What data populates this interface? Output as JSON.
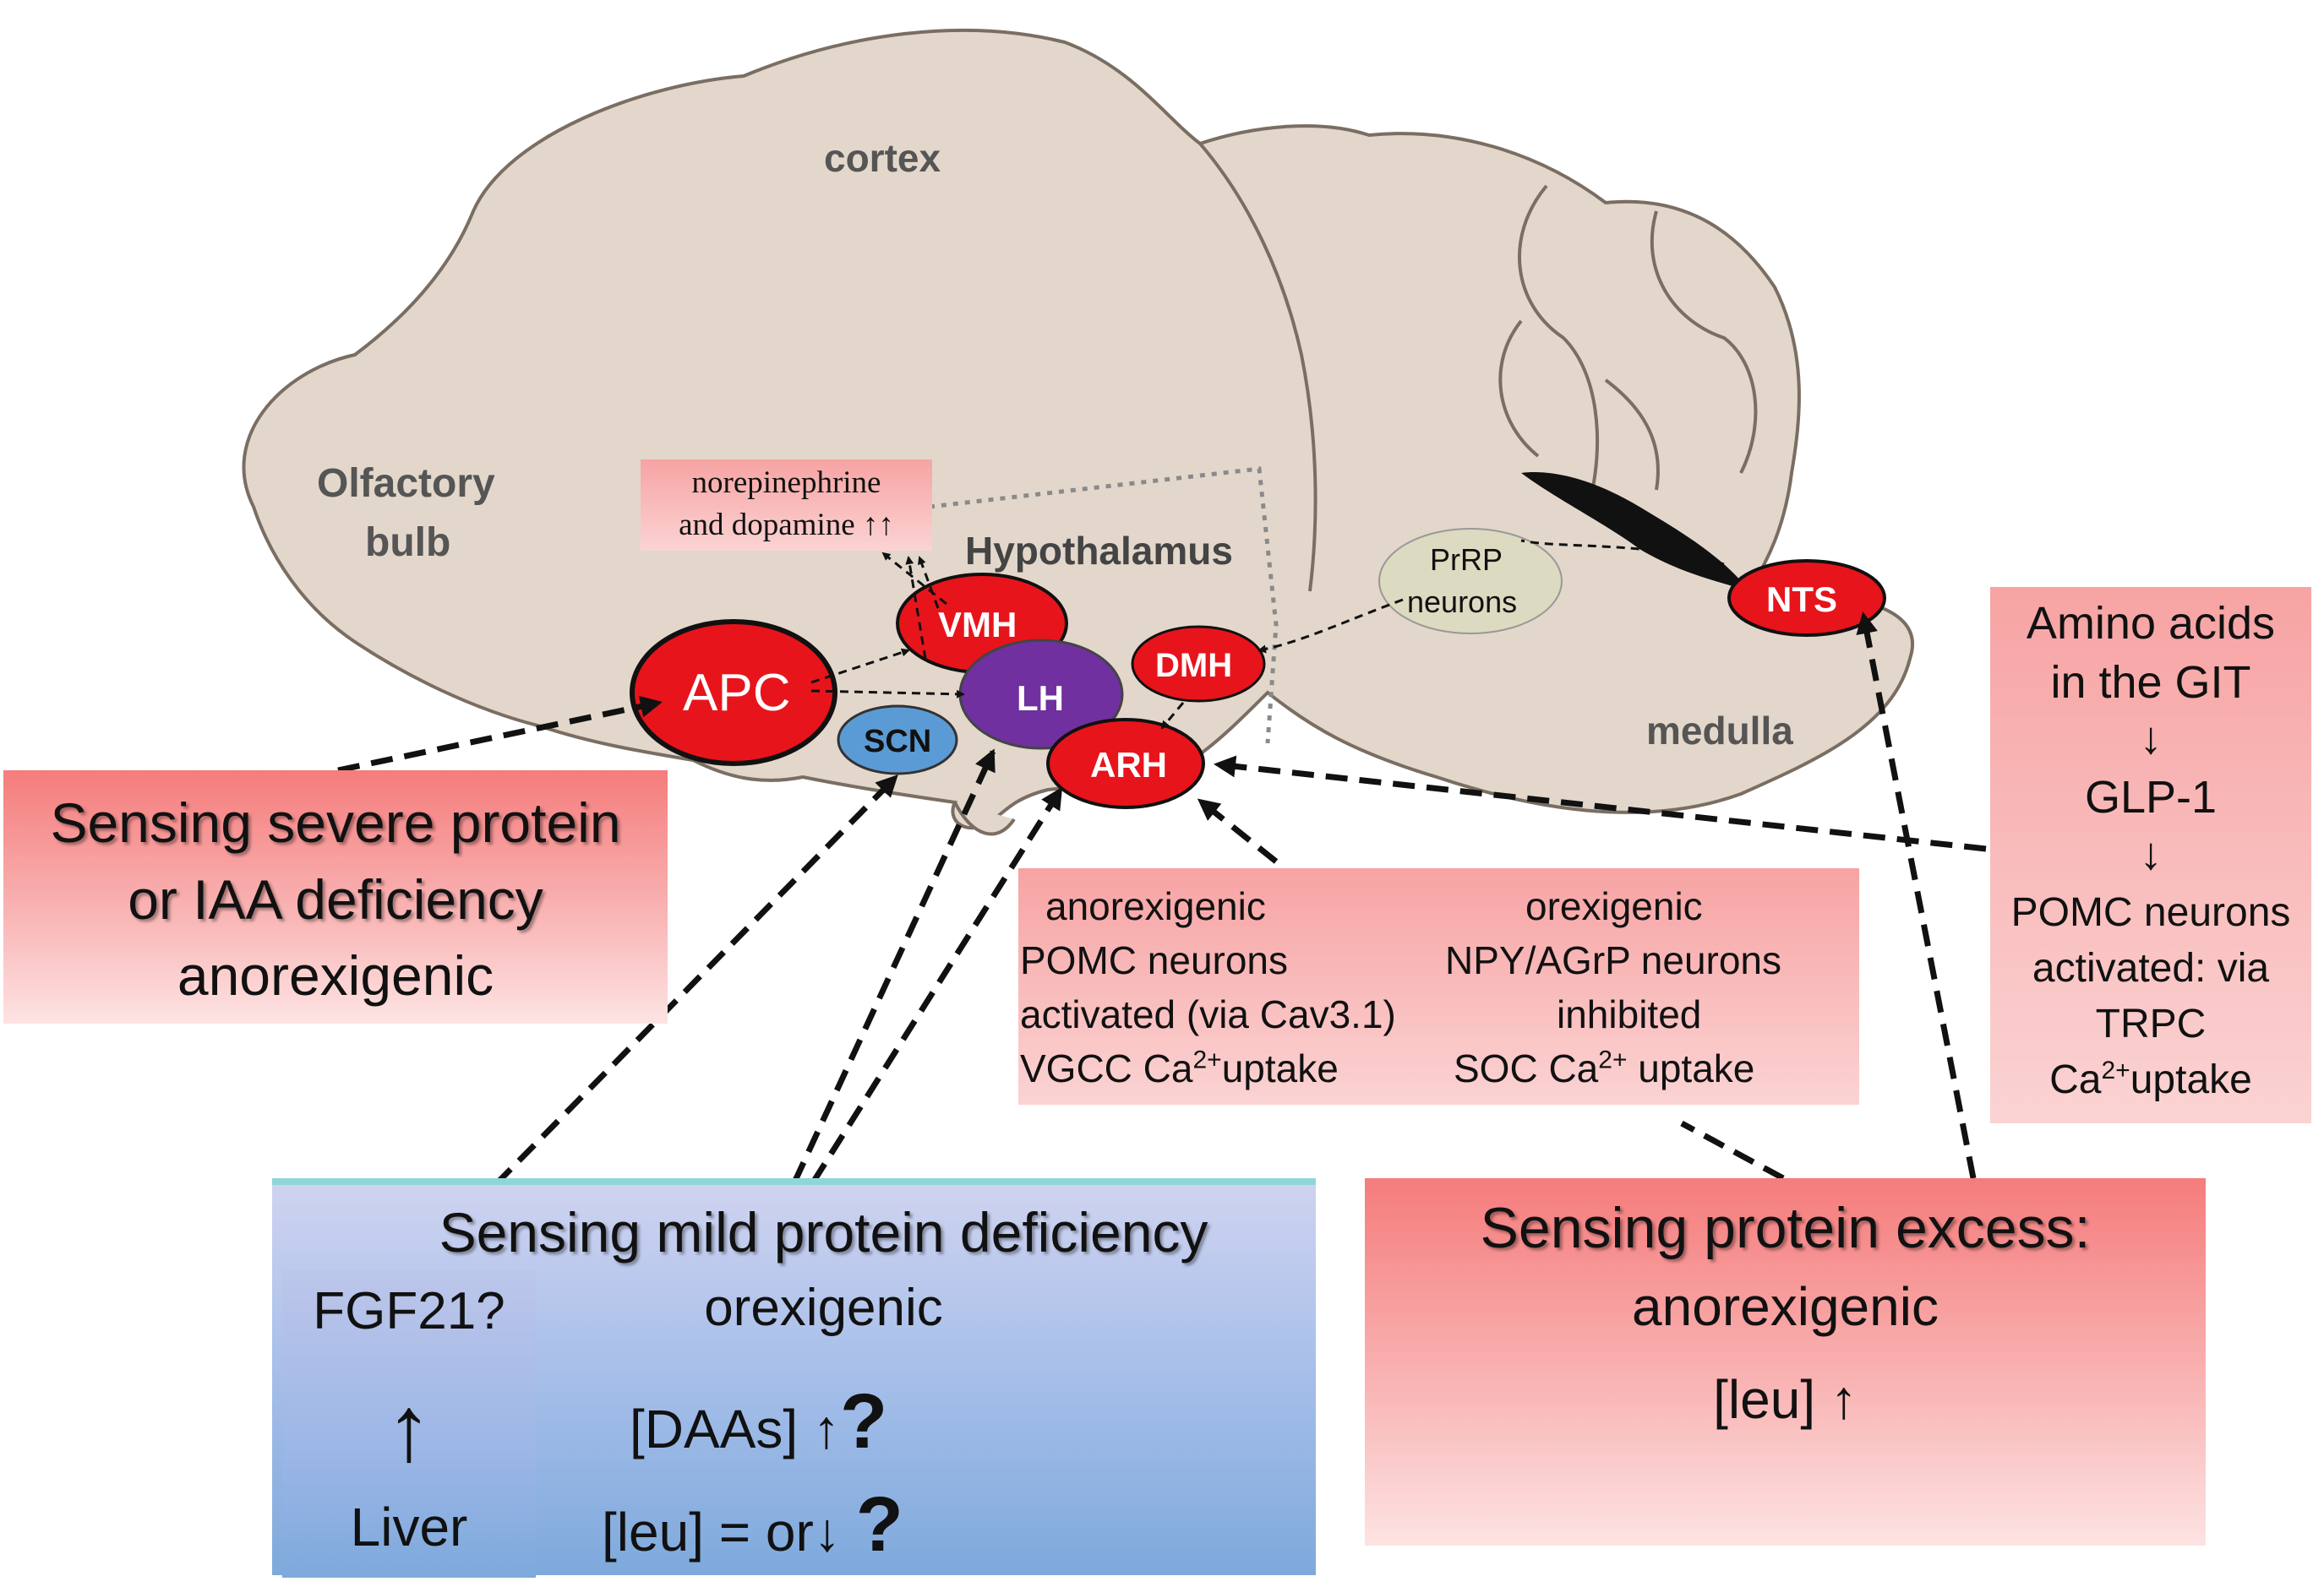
{
  "brain": {
    "cortex": "cortex",
    "olfactory": [
      "Olfactory",
      "bulb"
    ],
    "hypothalamus": "Hypothalamus",
    "medulla": "medulla"
  },
  "nuclei": {
    "apc": "APC",
    "vmh": "VMH",
    "lh": "LH",
    "dmh": "DMH",
    "arh": "ARH",
    "scn": "SCN",
    "nts": "NTS",
    "prrp": [
      "PrRP",
      "neurons"
    ]
  },
  "norepi": [
    "norepinephrine",
    "and dopamine ↑↑"
  ],
  "severe_box": [
    "Sensing severe protein",
    "or IAA deficiency",
    "anorexigenic"
  ],
  "arh_box": {
    "left": [
      "anorexigenic",
      "POMC neurons",
      "activated (via Cav3.1)",
      "VGCC Ca",
      "2+",
      "uptake"
    ],
    "right": [
      "orexigenic",
      "NPY/AGrP neurons",
      "inhibited",
      "SOC Ca",
      "2+",
      " uptake"
    ]
  },
  "git_box": [
    "Amino acids",
    "in the GIT",
    "↓",
    "GLP-1",
    "↓",
    "POMC neurons",
    "activated: via",
    "TRPC",
    "Ca",
    "2+",
    "uptake"
  ],
  "mild_box": {
    "title": "Sensing mild protein deficiency",
    "subtitle": "orexigenic",
    "daa": "[DAAs] ↑",
    "leu": "[leu]  = or↓",
    "q": "?",
    "fgf": "FGF21?",
    "arrow": "↑",
    "liver": "Liver"
  },
  "excess_box": [
    "Sensing protein excess:",
    "anorexigenic",
    "[leu] ↑"
  ],
  "colors": {
    "brain": "#e3d7cb",
    "nucleus_red": "#e8141b",
    "lh_purple": "#7030a0",
    "scn_blue": "#5b9bd5",
    "prrp_fill": "#dcdac0"
  }
}
